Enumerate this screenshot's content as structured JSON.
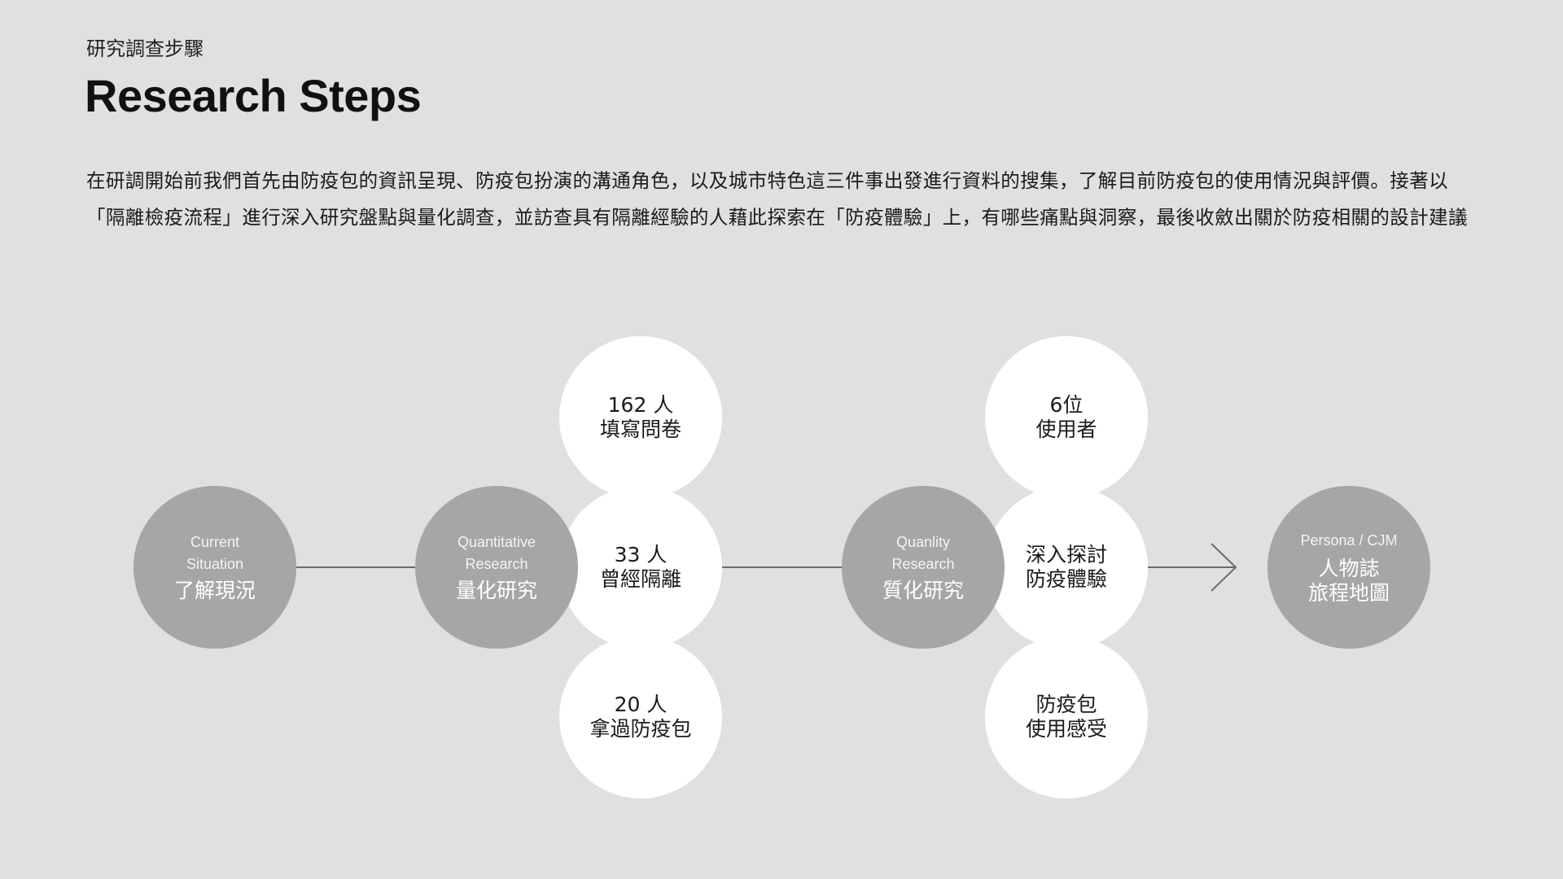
{
  "header": {
    "subtitle": "研究調查步驟",
    "title": "Research Steps"
  },
  "intro": {
    "paragraph": "在研調開始前我們首先由防疫包的資訊呈現、防疫包扮演的溝通角色，以及城市特色這三件事出發進行資料的搜集，了解目前防疫包的使用情況與評價。接著以「隔離檢疫流程」進行深入研究盤點與量化調查，並訪查具有隔離經驗的人藉此探索在「防疫體驗」上，有哪些痛點與洞察，最後收斂出關於防疫相關的設計建議"
  },
  "steps": [
    {
      "en_line1": "Current",
      "en_line2": "Situation",
      "zh": "了解現況"
    },
    {
      "en_line1": "Quantitative",
      "en_line2": "Research",
      "zh": "量化研究"
    },
    {
      "en_line1": "Quanlity",
      "en_line2": "Research",
      "zh": "質化研究"
    },
    {
      "en": "Persona / CJM",
      "zh_line1": "人物誌",
      "zh_line2": "旅程地圖"
    }
  ],
  "quantitative_results": [
    {
      "line1": "162 人",
      "line2": "填寫問卷"
    },
    {
      "line1": "33 人",
      "line2": "曾經隔離"
    },
    {
      "line1": "20 人",
      "line2": "拿過防疫包"
    }
  ],
  "qualitative_results": [
    {
      "line1": "6位",
      "line2": "使用者"
    },
    {
      "line1": "深入探討",
      "line2": "防疫體驗"
    },
    {
      "line1": "防疫包",
      "line2": "使用感受"
    }
  ],
  "colors": {
    "background": "#e0e0e0",
    "step_circle": "#a6a6a6",
    "result_circle": "#ffffff",
    "connector": "#6b6b6b"
  }
}
